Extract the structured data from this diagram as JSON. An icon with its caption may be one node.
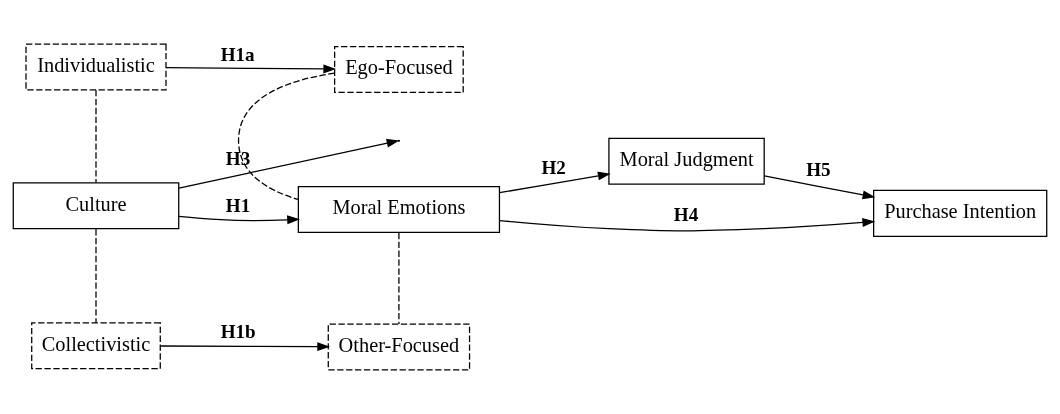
{
  "diagram": {
    "nodes": [
      {
        "text": [
          "Culture"
        ]
      },
      {
        "text": [
          "Moral Emotions"
        ]
      },
      {
        "text": [
          "Moral Judgment"
        ]
      },
      {
        "text": [
          "Purchase Intention"
        ]
      },
      {
        "text": [
          "Individualistic"
        ]
      },
      {
        "text": [
          "Ego-Focused"
        ]
      },
      {
        "text": [
          "Collectivistic"
        ]
      },
      {
        "text": [
          "Other-Focused"
        ]
      }
    ],
    "edges": [
      {
        "from": 0,
        "to": null,
        "arrow": "to",
        "label": "H3"
      },
      {
        "from": 4,
        "to": 5,
        "arrow": "to",
        "label": "H1a"
      },
      {
        "from": 4,
        "to": 0,
        "arrow": "none",
        "style": "dashed"
      },
      {
        "from": 5,
        "to": 1,
        "arrow": "none",
        "style": "dashed"
      },
      {
        "from": 0,
        "to": 1,
        "arrow": "to",
        "label": "H1"
      },
      {
        "from": 1,
        "to": 2,
        "arrow": "to",
        "label": "H2"
      },
      {
        "from": 2,
        "to": 3,
        "arrow": "to",
        "label": "H5"
      },
      {
        "from": 1,
        "to": 3,
        "arrow": "to",
        "label": "H4"
      },
      {
        "from": 0,
        "to": 6,
        "arrow": "none",
        "style": "dashed"
      },
      {
        "from": 1,
        "to": 7,
        "arrow": "none",
        "style": "dashed"
      },
      {
        "from": 6,
        "to": 7,
        "arrow": "to",
        "label": "H1b"
      }
    ]
  }
}
